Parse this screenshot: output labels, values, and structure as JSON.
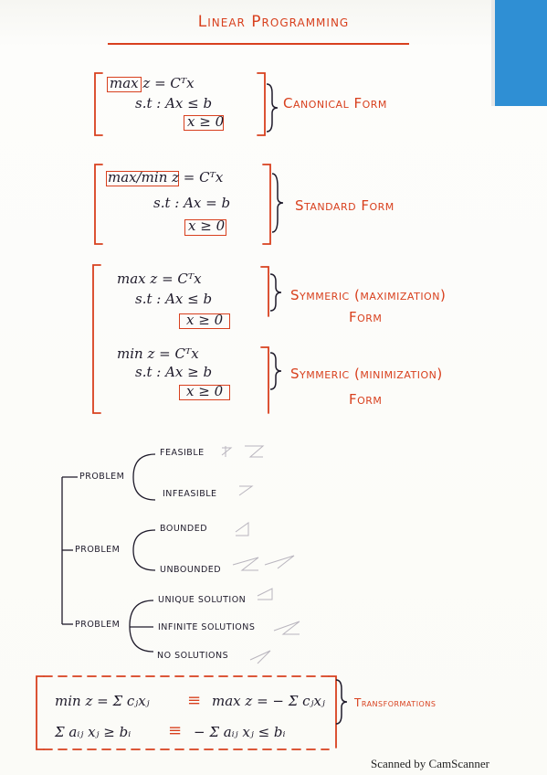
{
  "title": "Linear Programming",
  "forms": [
    {
      "objective": "max z = Cᵀx",
      "constraint": "s.t : Ax ≤ b",
      "sign": "x ≥ 0",
      "label": "Canonical Form"
    },
    {
      "objective": "max/min z = Cᵀx",
      "constraint": "s.t : Ax = b",
      "sign": "x ≥ 0",
      "label": "Standard Form"
    },
    {
      "objective": "max z = Cᵀx",
      "constraint": "s.t : Ax ≤ b",
      "sign": "x ≥ 0",
      "label": "Symmeric (maximization)",
      "label2": "Form"
    },
    {
      "objective": "min z = Cᵀx",
      "constraint": "s.t : Ax ≥ b",
      "sign": "x ≥ 0",
      "label": "Symmeric (minimization)",
      "label2": "Form"
    }
  ],
  "problems": [
    {
      "label": "Problem",
      "branches": [
        "Feasible",
        "Infeasible"
      ]
    },
    {
      "label": "Problem",
      "branches": [
        "Bounded",
        "Unbounded"
      ]
    },
    {
      "label": "Problem",
      "branches": [
        "Unique Solution",
        "Infinite Solutions",
        "No Solutions"
      ]
    }
  ],
  "transformations": {
    "line1_left": "min z = Σ cⱼxⱼ",
    "line1_right": "max z = − Σ cⱼxⱼ",
    "line2_left": "Σ aᵢⱼ xⱼ ≥ bᵢ",
    "line2_right": "− Σ aᵢⱼ xⱼ ≤ bᵢ",
    "equiv": "≡",
    "label": "Transformations"
  },
  "footer": "Scanned by CamScanner",
  "colors": {
    "ink": "#1e1a2a",
    "accent": "#d8401e",
    "tab": "#2f8fd4"
  }
}
